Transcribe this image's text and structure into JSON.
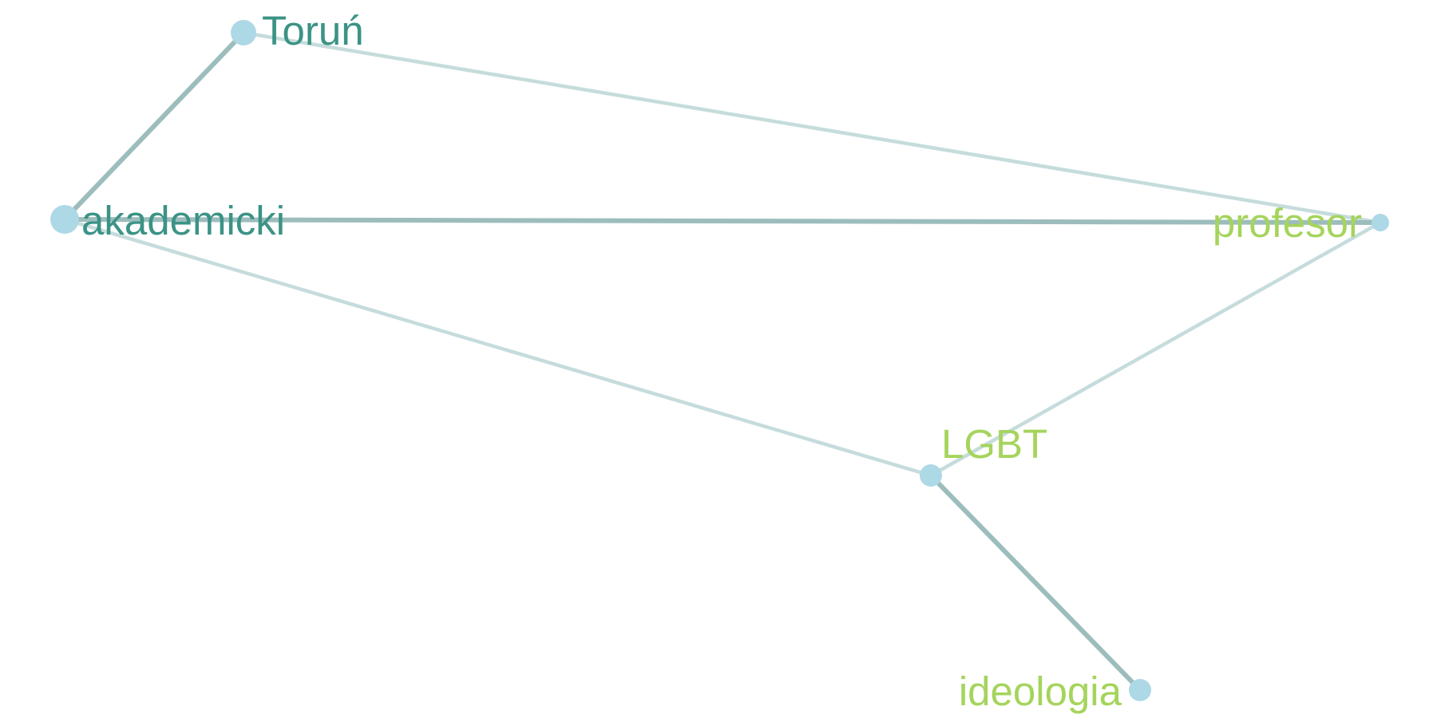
{
  "colors": {
    "node_fill": "#add8e6",
    "edge_strong": "#9dbdbd",
    "edge_light": "#c6dcdc",
    "label_teal": "#3b9385",
    "label_green": "#a5d45c"
  },
  "nodes": [
    {
      "id": "torun",
      "label": "Toruń",
      "label_color": "teal"
    },
    {
      "id": "akademicki",
      "label": "akademicki",
      "label_color": "teal"
    },
    {
      "id": "profesor",
      "label": "profesor",
      "label_color": "green"
    },
    {
      "id": "lgbt",
      "label": "LGBT",
      "label_color": "green"
    },
    {
      "id": "ideologia",
      "label": "ideologia",
      "label_color": "green"
    }
  ],
  "edges": [
    {
      "source": "torun",
      "target": "akademicki",
      "weight": "strong"
    },
    {
      "source": "torun",
      "target": "profesor",
      "weight": "light"
    },
    {
      "source": "akademicki",
      "target": "profesor",
      "weight": "strong"
    },
    {
      "source": "akademicki",
      "target": "lgbt",
      "weight": "light"
    },
    {
      "source": "profesor",
      "target": "lgbt",
      "weight": "light"
    },
    {
      "source": "lgbt",
      "target": "ideologia",
      "weight": "strong"
    }
  ]
}
